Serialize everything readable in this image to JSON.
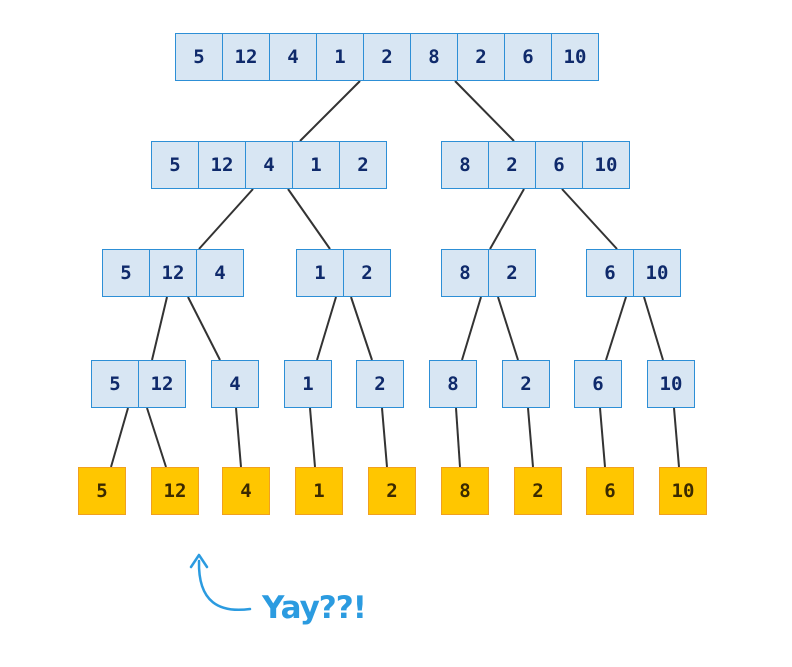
{
  "colors": {
    "node_fill": "#d8e6f3",
    "node_border": "#2d8fd6",
    "node_text": "#0f2a6b",
    "leaf_fill": "#ffc600",
    "leaf_border": "#f0a020",
    "edge": "#333333",
    "annotation": "#2b9be0"
  },
  "tree": {
    "level0": [
      {
        "id": "n0",
        "values": [
          "5",
          "12",
          "4",
          "1",
          "2",
          "8",
          "2",
          "6",
          "10"
        ]
      }
    ],
    "level1": [
      {
        "id": "n1a",
        "values": [
          "5",
          "12",
          "4",
          "1",
          "2"
        ]
      },
      {
        "id": "n1b",
        "values": [
          "8",
          "2",
          "6",
          "10"
        ]
      }
    ],
    "level2": [
      {
        "id": "n2a",
        "values": [
          "5",
          "12",
          "4"
        ]
      },
      {
        "id": "n2b",
        "values": [
          "1",
          "2"
        ]
      },
      {
        "id": "n2c",
        "values": [
          "8",
          "2"
        ]
      },
      {
        "id": "n2d",
        "values": [
          "6",
          "10"
        ]
      }
    ],
    "level3": [
      {
        "id": "n3a",
        "values": [
          "5",
          "12"
        ]
      },
      {
        "id": "n3b",
        "values": [
          "4"
        ]
      },
      {
        "id": "n3c",
        "values": [
          "1"
        ]
      },
      {
        "id": "n3d",
        "values": [
          "2"
        ]
      },
      {
        "id": "n3e",
        "values": [
          "8"
        ]
      },
      {
        "id": "n3f",
        "values": [
          "2"
        ]
      },
      {
        "id": "n3g",
        "values": [
          "6"
        ]
      },
      {
        "id": "n3h",
        "values": [
          "10"
        ]
      }
    ],
    "leaves": [
      {
        "id": "l0",
        "values": [
          "5"
        ]
      },
      {
        "id": "l1",
        "values": [
          "12"
        ]
      },
      {
        "id": "l2",
        "values": [
          "4"
        ]
      },
      {
        "id": "l3",
        "values": [
          "1"
        ]
      },
      {
        "id": "l4",
        "values": [
          "2"
        ]
      },
      {
        "id": "l5",
        "values": [
          "8"
        ]
      },
      {
        "id": "l6",
        "values": [
          "2"
        ]
      },
      {
        "id": "l7",
        "values": [
          "6"
        ]
      },
      {
        "id": "l8",
        "values": [
          "10"
        ]
      }
    ]
  },
  "annotation": {
    "text": "Yay??!",
    "icon": "curved-arrow-up-icon"
  }
}
